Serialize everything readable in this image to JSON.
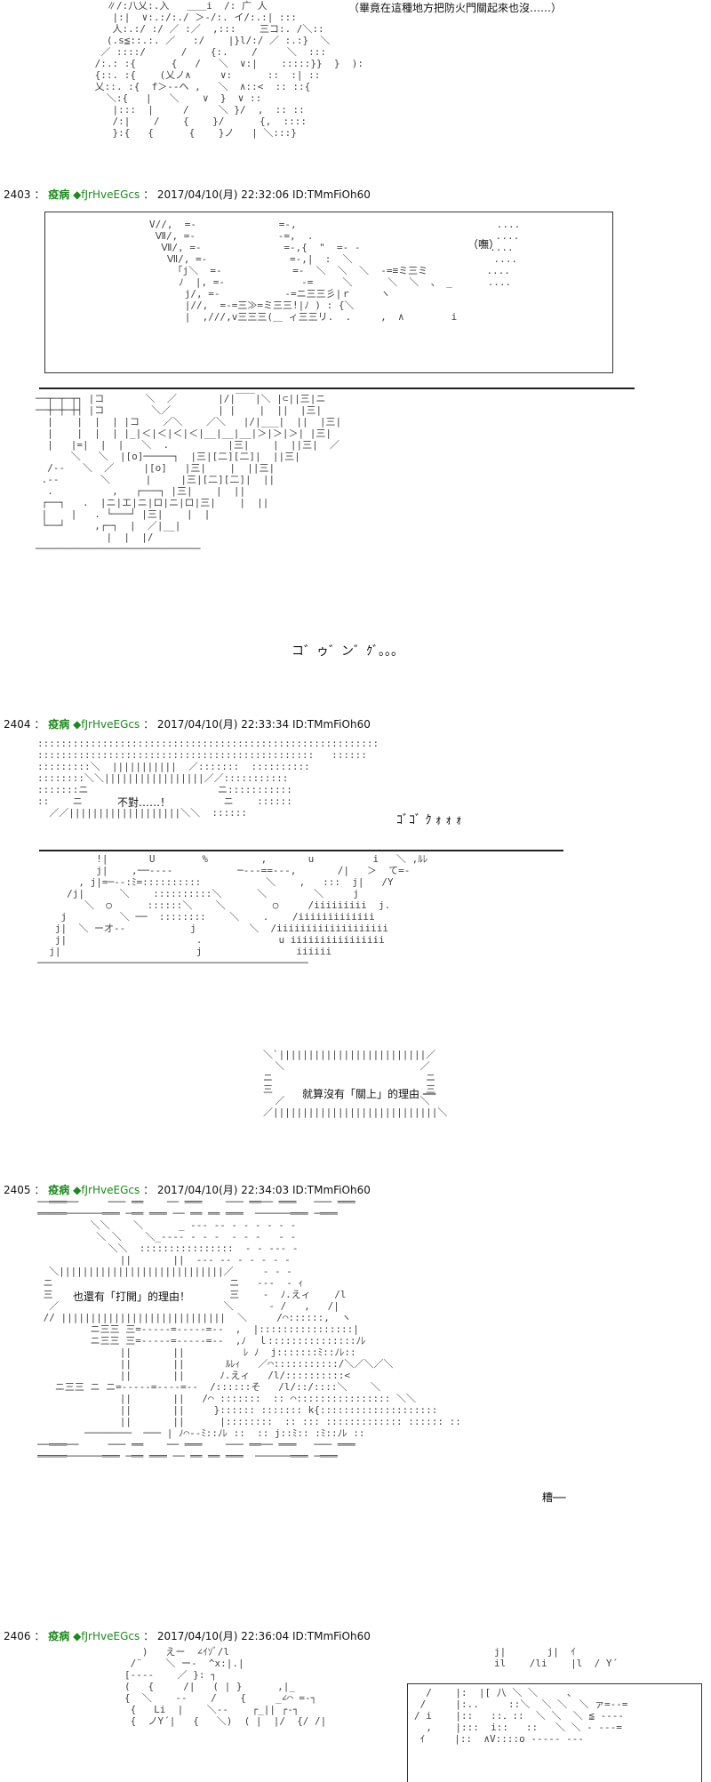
{
  "top_caption": "（畢竟在這種地方把防火門關起來也沒……）",
  "posts": [
    {
      "number": "2403",
      "name": "疫病",
      "trip": "◆fJrHveEGcs",
      "date": "2017/04/10(月) 22:32:06 ID:TMmFiOh60"
    },
    {
      "number": "2404",
      "name": "疫病",
      "trip": "◆fJrHveEGcs",
      "date": "2017/04/10(月) 22:33:34 ID:TMmFiOh60"
    },
    {
      "number": "2405",
      "name": "疫病",
      "trip": "◆fJrHveEGcs",
      "date": "2017/04/10(月) 22:34:03 ID:TMmFiOh60"
    },
    {
      "number": "2406",
      "name": "疫病",
      "trip": "◆fJrHveEGcs",
      "date": "2017/04/10(月) 22:36:04 ID:TMmFiOh60"
    }
  ],
  "dialogue": {
    "cry": "（嘸）",
    "sound_open": "コ゛ゥ゛ン゛ｸﾞ。。。",
    "wrong": "不對……！",
    "sound_hit": "ｺﾞｺﾞ ｸ ｫ ｫ ｫ",
    "reason_not_close": "就算沒有「關上」的理由 ──",
    "reason_open": "也還有「打開」的理由！",
    "groan": "糟──"
  }
}
